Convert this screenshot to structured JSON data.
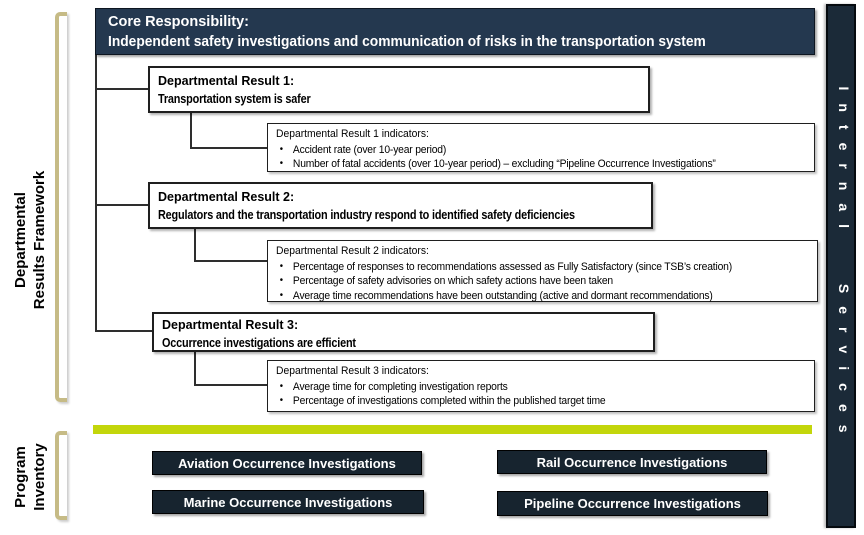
{
  "header": {
    "title": "Core Responsibility:",
    "subtitle": "Independent safety investigations and communication of risks in the transportation system"
  },
  "side_labels": {
    "framework_line1": "Departmental",
    "framework_line2": "Results Framework",
    "program_line1": "Program",
    "program_line2": "Inventory"
  },
  "internal_services_label": "Internal Services",
  "results": [
    {
      "title": "Departmental Result 1:",
      "subtitle": "Transportation system is safer",
      "indicators_title": "Departmental Result 1 indicators:",
      "indicators": [
        "Accident rate (over 10-year period)",
        "Number of fatal accidents (over 10-year period) – excluding “Pipeline Occurrence Investigations”"
      ]
    },
    {
      "title": "Departmental Result 2:",
      "subtitle": "Regulators and the transportation industry respond to identified safety deficiencies",
      "indicators_title": "Departmental Result 2 indicators:",
      "indicators": [
        "Percentage of responses to recommendations assessed as Fully Satisfactory (since TSB’s creation)",
        "Percentage of safety advisories on which safety actions have been taken",
        "Average time recommendations have been outstanding (active and dormant recommendations)"
      ]
    },
    {
      "title": "Departmental Result 3:",
      "subtitle": "Occurrence investigations are efficient",
      "indicators_title": "Departmental Result 3 indicators:",
      "indicators": [
        "Average time for completing investigation reports",
        "Percentage of investigations completed within the published target time"
      ]
    }
  ],
  "programs": [
    "Aviation Occurrence Investigations",
    "Rail Occurrence Investigations",
    "Marine Occurrence Investigations",
    "Pipeline Occurrence Investigations"
  ],
  "colors": {
    "header_navy": "#24384F",
    "program_navy": "#17242F",
    "internal_bar_navy": "#1B2A38",
    "accent_bar_green": "#C3D60B",
    "bracket_tan": "#C6BB86"
  }
}
